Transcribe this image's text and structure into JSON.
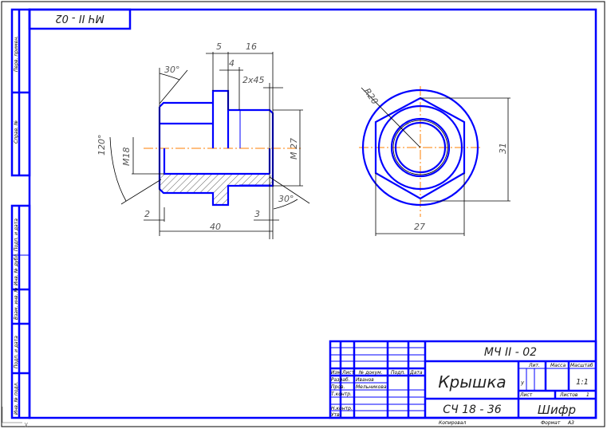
{
  "drawing": {
    "code": "МЧ II - 02",
    "code_rotated": "МЧ II - 02",
    "title": "Крышка",
    "material": "СЧ 18 - 36",
    "cipher": "Шифр",
    "scale": "1:1",
    "sheets_label": "Листов",
    "sheets": "1",
    "sheet_label": "Лист",
    "letter": "у",
    "copied": "Копировал",
    "format_label": "Формат",
    "format": "А3"
  },
  "title_block_headers": {
    "lit": "Лит.",
    "mass": "Масса",
    "scale": "Масштаб",
    "izm": "Изм",
    "list": "Лист",
    "doc": "№ докум.",
    "sign": "Подп.",
    "date": "Дата"
  },
  "roles": [
    {
      "role": "Разраб.",
      "name": "Иванов"
    },
    {
      "role": "Пров.",
      "name": "Мельникова"
    },
    {
      "role": "Т.контр.",
      "name": ""
    },
    {
      "role": "Н.контр.",
      "name": ""
    },
    {
      "role": "Утв.",
      "name": ""
    }
  ],
  "side_labels": [
    "Перв. примен.",
    "Справ. №",
    "Подп. и дата",
    "Инв. № дубл.",
    "Взам. инв. №",
    "Подп. и дата",
    "Инв. № подл."
  ],
  "dimensions": {
    "d5": "5",
    "d16": "16",
    "d4": "4",
    "chamfer": "2x45",
    "a30top": "30°",
    "a120": "120°",
    "m18": "М18",
    "m27": "М 27",
    "a30bot": "30°",
    "d2": "2",
    "d3": "3",
    "d40": "40",
    "r20": "R20",
    "d31": "31",
    "d27": "27"
  }
}
